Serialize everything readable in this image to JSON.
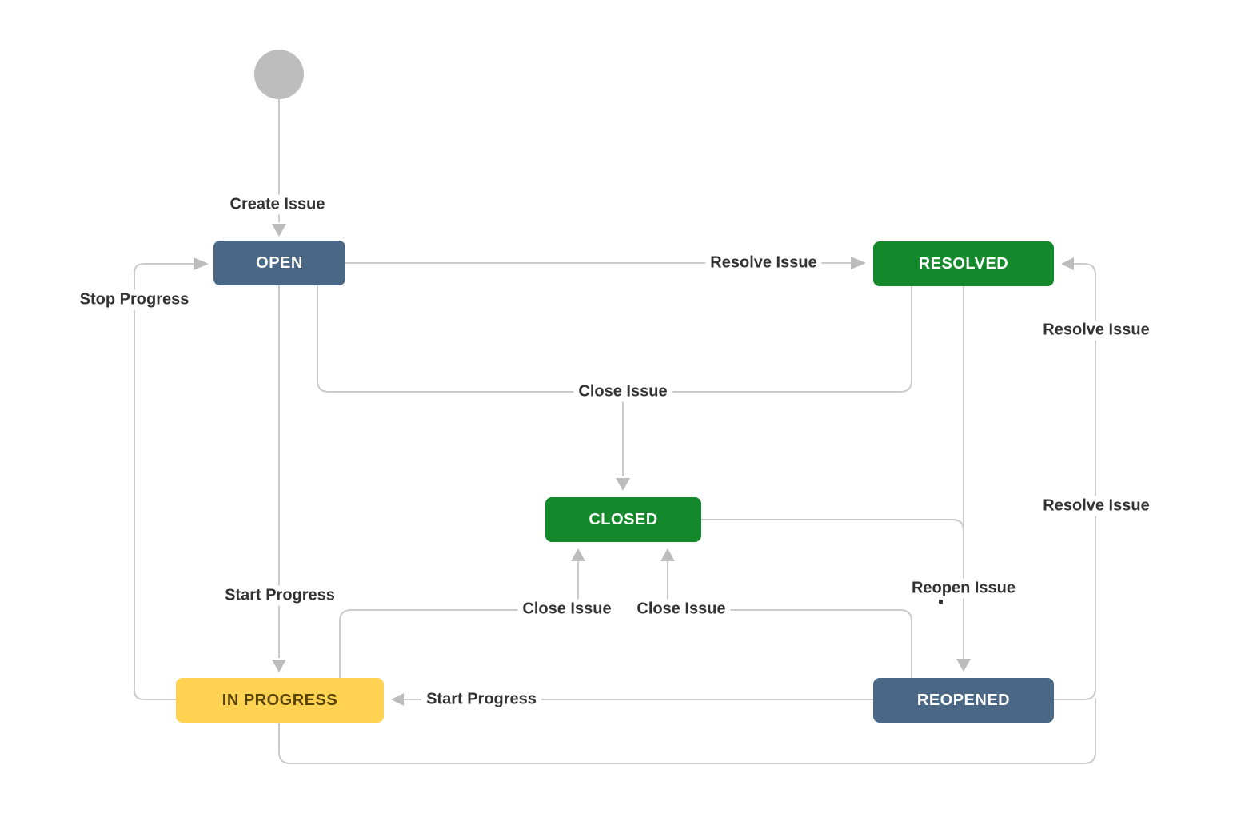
{
  "diagram": {
    "type": "issue-workflow",
    "nodes": {
      "start": {
        "label": "",
        "kind": "start-circle",
        "color": "#bdbdbd"
      },
      "open": {
        "label": "OPEN",
        "color": "#4a6785",
        "text_color": "#ffffff"
      },
      "resolved": {
        "label": "RESOLVED",
        "color": "#14892c",
        "text_color": "#ffffff"
      },
      "closed": {
        "label": "CLOSED",
        "color": "#14892c",
        "text_color": "#ffffff"
      },
      "in_progress": {
        "label": "IN PROGRESS",
        "color": "#ffd351",
        "text_color": "#594300"
      },
      "reopened": {
        "label": "REOPENED",
        "color": "#4a6785",
        "text_color": "#ffffff"
      }
    },
    "edge_labels": {
      "create_issue": "Create Issue",
      "resolve_issue_from_open": "Resolve Issue",
      "stop_progress": "Stop Progress",
      "close_issue_merged": "Close Issue",
      "close_issue_from_in_progress": "Close Issue",
      "close_issue_from_reopened": "Close Issue",
      "start_progress_from_open": "Start Progress",
      "start_progress_from_reopened": "Start Progress",
      "reopen_issue": "Reopen Issue",
      "resolve_issue_from_reopened": "Resolve Issue",
      "resolve_issue_from_in_progress": "Resolve Issue"
    },
    "transitions": [
      {
        "from": "start",
        "to": "open",
        "label": "Create Issue"
      },
      {
        "from": "open",
        "to": "resolved",
        "label": "Resolve Issue"
      },
      {
        "from": "open",
        "to": "closed",
        "label": "Close Issue"
      },
      {
        "from": "open",
        "to": "in_progress",
        "label": "Start Progress"
      },
      {
        "from": "in_progress",
        "to": "open",
        "label": "Stop Progress"
      },
      {
        "from": "in_progress",
        "to": "closed",
        "label": "Close Issue"
      },
      {
        "from": "in_progress",
        "to": "resolved",
        "label": "Resolve Issue"
      },
      {
        "from": "resolved",
        "to": "closed",
        "label": "Close Issue"
      },
      {
        "from": "resolved",
        "to": "reopened",
        "label": "Reopen Issue"
      },
      {
        "from": "closed",
        "to": "reopened",
        "label": "Reopen Issue"
      },
      {
        "from": "reopened",
        "to": "closed",
        "label": "Close Issue"
      },
      {
        "from": "reopened",
        "to": "resolved",
        "label": "Resolve Issue"
      },
      {
        "from": "reopened",
        "to": "in_progress",
        "label": "Start Progress"
      }
    ]
  },
  "colors": {
    "background": "#ffffff",
    "line": "#cbcbcb",
    "arrow": "#bcbcbc",
    "start_circle": "#bdbdbd",
    "node_blue": "#4a6785",
    "node_green": "#14892c",
    "node_yellow": "#ffd351",
    "node_yellow_text": "#594300",
    "label_text": "#333333"
  }
}
